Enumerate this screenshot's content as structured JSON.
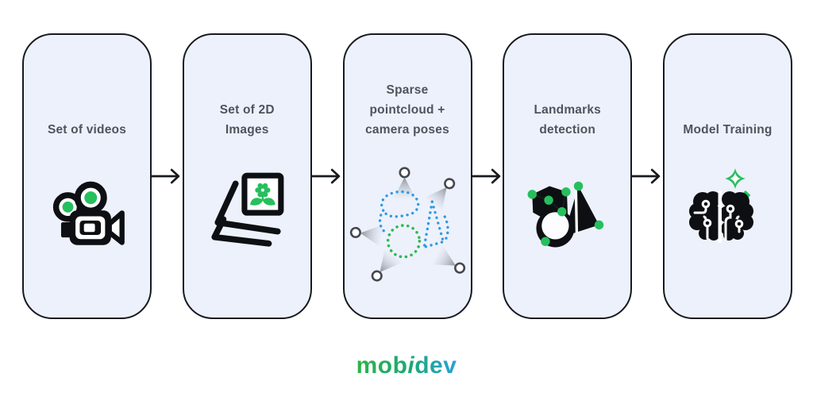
{
  "cards": [
    {
      "id": "set-of-videos",
      "title": "Set of videos",
      "icon": "video-camera-icon"
    },
    {
      "id": "set-of-2d-images",
      "title": "Set of 2D\nImages",
      "icon": "photo-stack-icon"
    },
    {
      "id": "sparse-pointcloud",
      "title": "Sparse\npointcloud +\ncamera poses",
      "icon": "pointcloud-cameras-icon"
    },
    {
      "id": "landmarks-detection",
      "title": "Landmarks\ndetection",
      "icon": "landmarks-3d-shapes-icon"
    },
    {
      "id": "model-training",
      "title": "Model Training",
      "icon": "ai-brain-sparkle-icon"
    }
  ],
  "connector": {
    "icon": "arrow-right-icon"
  },
  "brand": {
    "logo_part_1": "mob",
    "logo_part_2": "i",
    "logo_part_3": "dev"
  },
  "colors": {
    "card_background": "#edf1fb",
    "card_border": "#171a20",
    "title_text": "#4e545e",
    "icon_black": "#0d0f13",
    "accent_green": "#26bf5d",
    "pointcloud_blue": "#2f9ae4",
    "camera_cone_gray": "#858b94",
    "logo_gradient_start": "#2fb34c",
    "logo_gradient_end": "#2ba0da"
  }
}
